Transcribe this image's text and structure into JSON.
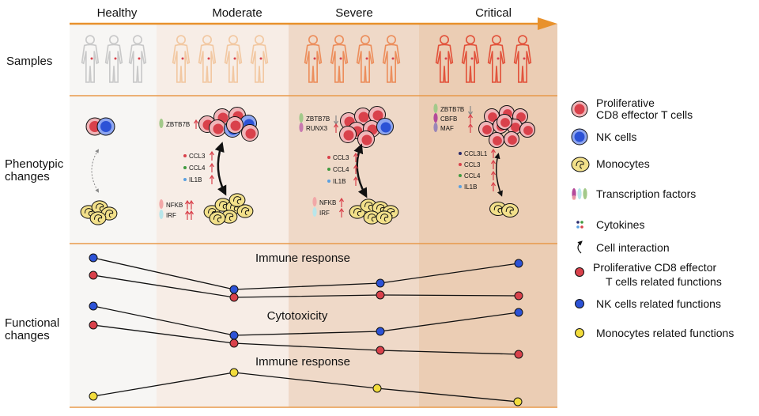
{
  "stages": [
    "Healthy",
    "Moderate",
    "Severe",
    "Critical"
  ],
  "row_labels": {
    "samples": "Samples",
    "phenotypic": [
      "Phenotypic",
      "changes"
    ],
    "functional": [
      "Functional",
      "changes"
    ]
  },
  "colors": {
    "healthy_bg": "#f7f6f4",
    "moderate_bg": "#f7ede6",
    "severe_bg": "#efd9c8",
    "critical_bg": "#ebcdb4",
    "arrow": "#e8912c",
    "divider": "#e89a4a",
    "figure_healthy": "#c9c9c9",
    "figure_moderate": "#f2c8a2",
    "figure_severe": "#ec8e5c",
    "figure_critical": "#e2533c",
    "cd8": "#d9414b",
    "cd8_light": "#f0b5b8",
    "nk": "#2c52d6",
    "monocyte": "#f2e08a",
    "func_red": "#d9414b",
    "func_blue": "#2c52d6",
    "func_yellow": "#f2dc3c"
  },
  "phenotypic": {
    "moderate": {
      "tf_top": [
        {
          "label": "ZBTB7B",
          "dir": "up",
          "color": "#a3c98a"
        }
      ],
      "cytokines": [
        {
          "label": "CCL3",
          "dir": "up",
          "color": "#d9414b"
        },
        {
          "label": "CCL4",
          "dir": "up",
          "color": "#3f9a3f"
        },
        {
          "label": "IL1B",
          "dir": "up",
          "color": "#5aa0e0"
        }
      ],
      "tf_bottom": [
        {
          "label": "NFKB",
          "dir": "upup",
          "color": "#f2a8a8"
        },
        {
          "label": "IRF",
          "dir": "upup",
          "color": "#b9e6ea"
        }
      ]
    },
    "severe": {
      "tf_top": [
        {
          "label": "ZBTB7B",
          "dir": "down",
          "color": "#a3c98a"
        },
        {
          "label": "RUNX3",
          "dir": "up",
          "color": "#c87ab0"
        }
      ],
      "cytokines": [
        {
          "label": "CCL3",
          "dir": "up",
          "color": "#d9414b"
        },
        {
          "label": "CCL4",
          "dir": "up",
          "color": "#3f9a3f"
        },
        {
          "label": "IL1B",
          "dir": "up",
          "color": "#5aa0e0"
        }
      ],
      "tf_bottom": [
        {
          "label": "NFKB",
          "dir": "up",
          "color": "#f2a8a8"
        },
        {
          "label": "IRF",
          "dir": "up",
          "color": "#b9e6ea"
        }
      ]
    },
    "critical": {
      "tf_top": [
        {
          "label": "ZBTB7B",
          "dir": "down",
          "color": "#a3c98a"
        },
        {
          "label": "CBFB",
          "dir": "up",
          "color": "#b44a9a"
        },
        {
          "label": "MAF",
          "dir": "up",
          "color": "#9a86b8"
        }
      ],
      "cytokines": [
        {
          "label": "CCL3L1",
          "dir": "up",
          "color": "#2a2a6a"
        },
        {
          "label": "CCL3",
          "dir": "up",
          "color": "#d9414b"
        },
        {
          "label": "CCL4",
          "dir": "up",
          "color": "#3f9a3f"
        },
        {
          "label": "IL1B",
          "dir": "up",
          "color": "#5aa0e0"
        }
      ]
    }
  },
  "functional": {
    "labels": [
      "Immune response",
      "Cytotoxicity",
      "Immune response"
    ]
  },
  "legend": [
    {
      "icon": "cd8-cell-icon",
      "lines": [
        "Proliferative",
        "CD8 effector T cells"
      ]
    },
    {
      "icon": "nk-cell-icon",
      "lines": [
        "NK cells"
      ]
    },
    {
      "icon": "monocyte-icon",
      "lines": [
        "Monocytes"
      ]
    },
    {
      "icon": "transcription-factor-icon",
      "lines": [
        "Transcription factors"
      ]
    },
    {
      "icon": "cytokine-icon",
      "lines": [
        "Cytokines"
      ]
    },
    {
      "icon": "cell-interaction-icon",
      "lines": [
        "Cell interaction"
      ]
    },
    {
      "icon": "red-dot-icon",
      "lines": [
        "Proliferative CD8 effector",
        "T cells related functions"
      ]
    },
    {
      "icon": "blue-dot-icon",
      "lines": [
        "NK cells related functions"
      ]
    },
    {
      "icon": "yellow-dot-icon",
      "lines": [
        "Monocytes related functions"
      ]
    }
  ]
}
